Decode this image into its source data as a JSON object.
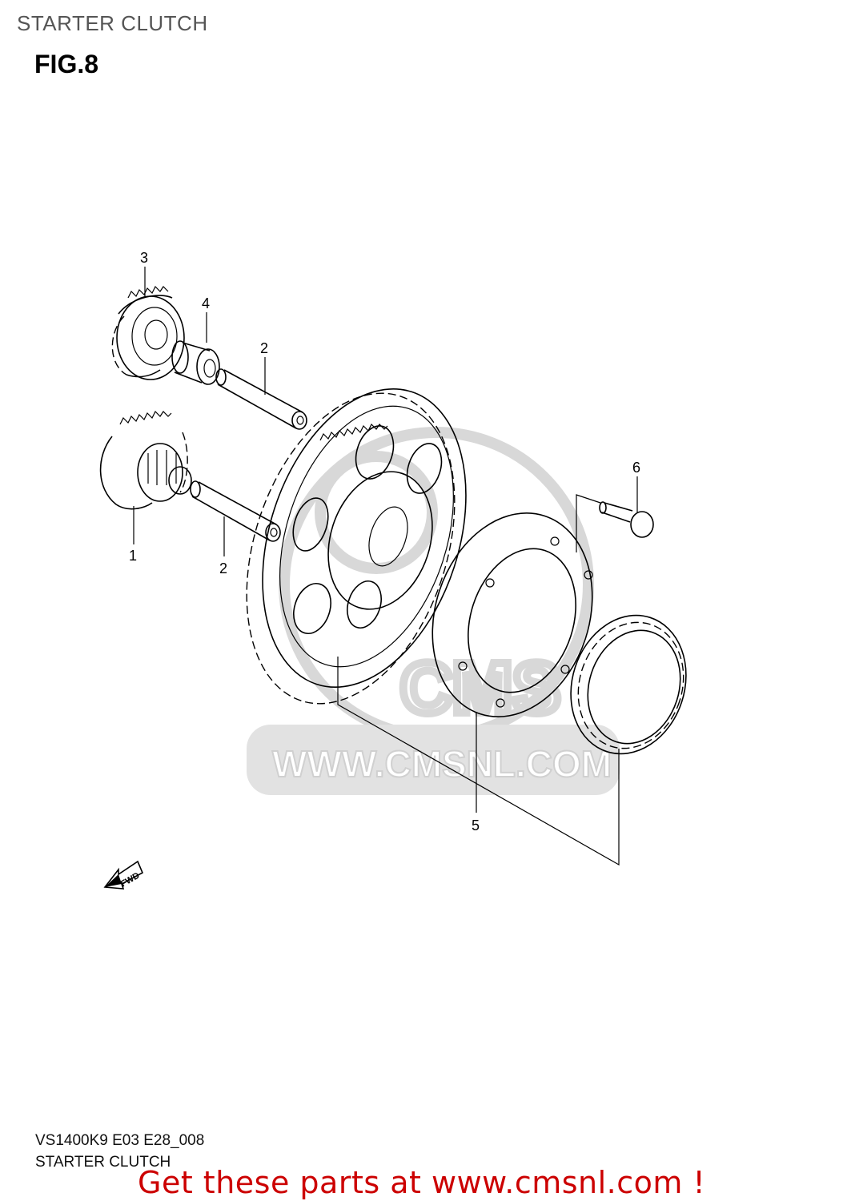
{
  "header": {
    "title": "STARTER CLUTCH",
    "figure": "FIG.8"
  },
  "callouts": [
    {
      "label": "3",
      "part": "gear-3"
    },
    {
      "label": "4",
      "part": "bushing-4"
    },
    {
      "label": "2",
      "part": "shaft-2-upper"
    },
    {
      "label": "1",
      "part": "gear-1"
    },
    {
      "label": "2",
      "part": "shaft-2-lower"
    },
    {
      "label": "6",
      "part": "bolt-6"
    },
    {
      "label": "5",
      "part": "starter-clutch-assembly-5"
    }
  ],
  "direction_arrow": {
    "label": "FWD"
  },
  "watermark": {
    "text": "WWW.CMSNL.COM",
    "logo": "CMS"
  },
  "footer": {
    "code": "VS1400K9 E03 E28_008",
    "caption": "STARTER CLUTCH",
    "promo": "Get these parts at www.cmsnl.com !"
  },
  "colors": {
    "promo": "#cc0000",
    "watermark": "#d8d8d8",
    "header": "#555555"
  }
}
